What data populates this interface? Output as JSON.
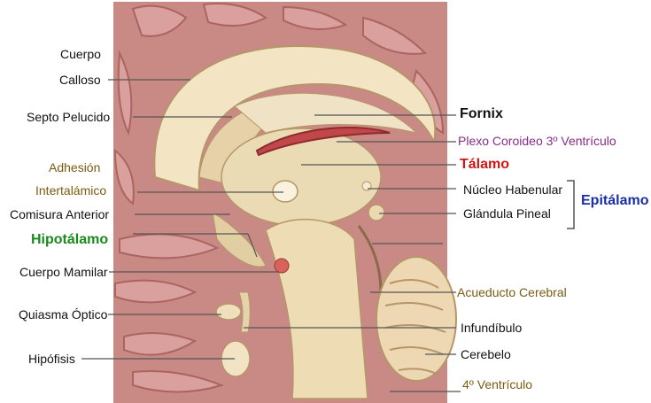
{
  "labels_left": {
    "cuerpo": "Cuerpo",
    "calloso": "Calloso",
    "septo": "Septo Pelucido",
    "adhesion": "Adhesión",
    "intertalamico": "Intertalámico",
    "comisura": "Comisura Anterior",
    "hipotalamo": "Hipotálamo",
    "mamilar": "Cuerpo Mamilar",
    "quiasma": "Quiasma Óptico",
    "hipofisis": "Hipófisis"
  },
  "labels_right": {
    "fornix": "Fornix",
    "plexo": "Plexo Coroideo 3º Ventrículo",
    "talamo": "Tálamo",
    "habenular": "Núcleo Habenular",
    "pineal": "Glándula Pineal",
    "epitalamo": "Epitálamo",
    "acueducto": "Acueducto Cerebral",
    "infundibulo": "Infundíbulo",
    "cerebelo": "Cerebelo",
    "ventriculo4": "4º Ventrículo"
  },
  "colors": {
    "olive": "#7a5c12",
    "green": "#1a8a1a",
    "red": "#d21414",
    "purple": "#8a2c8a",
    "blue": "#1a2ea8"
  }
}
